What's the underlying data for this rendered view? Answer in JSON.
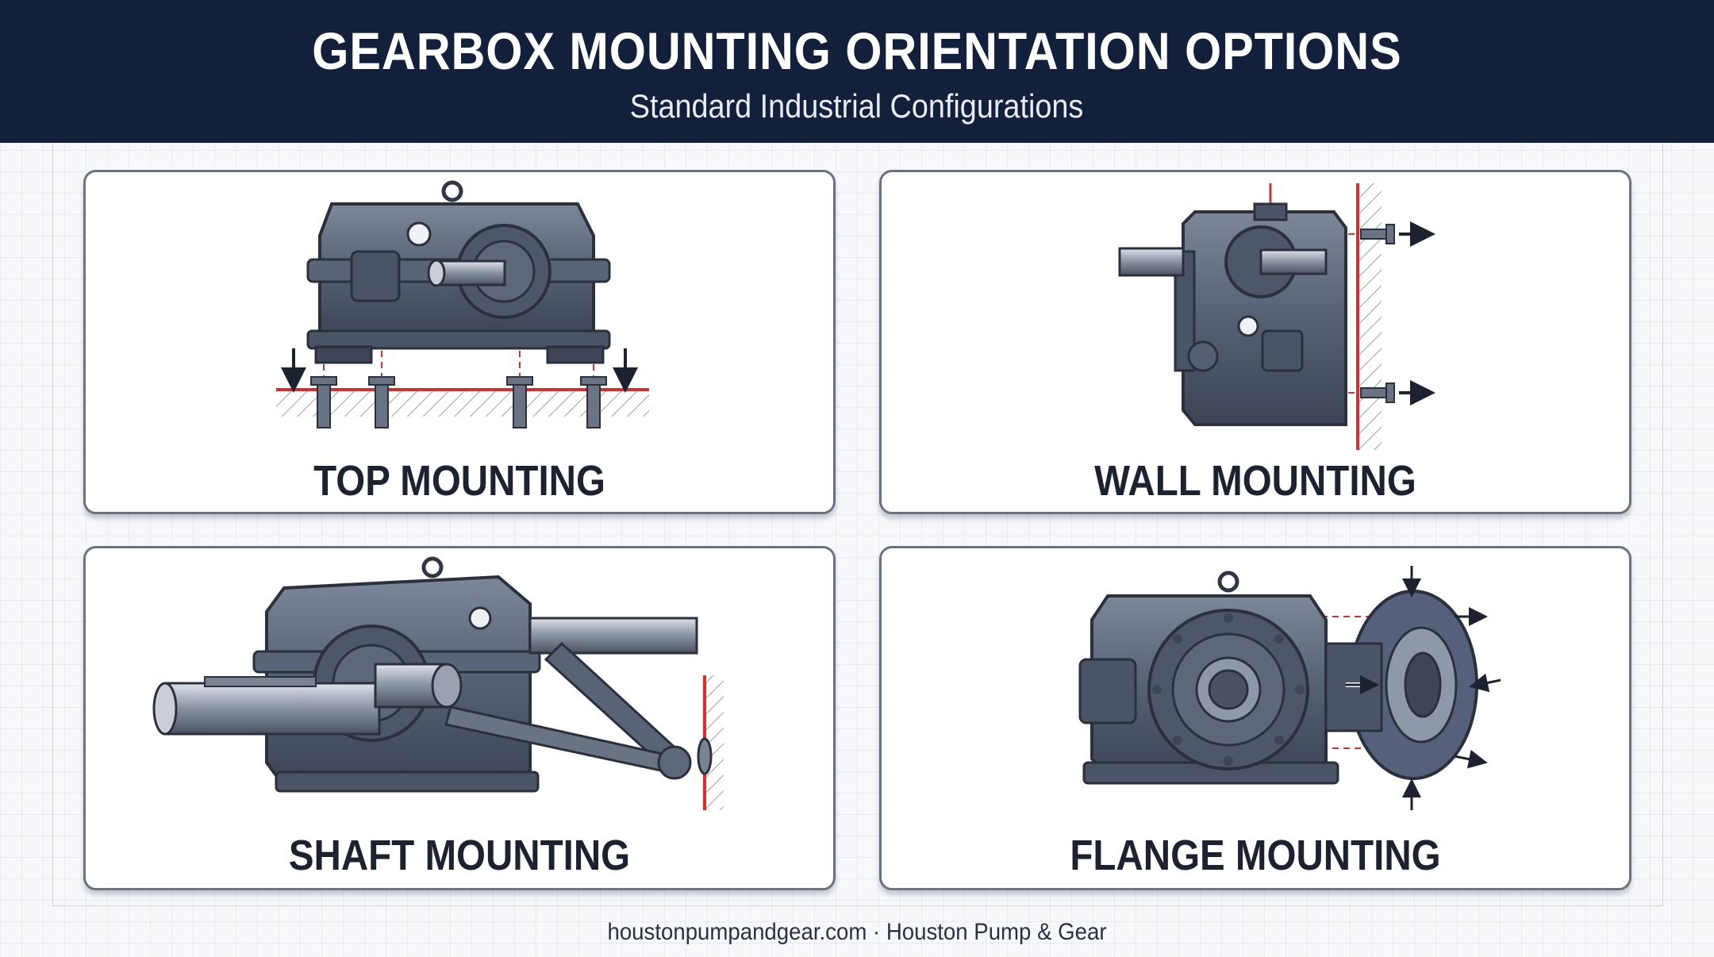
{
  "header": {
    "title": "GEARBOX MOUNTING ORIENTATION OPTIONS",
    "subtitle": "Standard Industrial Configurations"
  },
  "panels": [
    {
      "label": "TOP MOUNTING",
      "icon": "gearbox-top-mount-icon"
    },
    {
      "label": "WALL MOUNTING",
      "icon": "gearbox-wall-mount-icon"
    },
    {
      "label": "SHAFT MOUNTING",
      "icon": "gearbox-shaft-mount-icon"
    },
    {
      "label": "FLANGE MOUNTING",
      "icon": "gearbox-flange-mount-icon"
    }
  ],
  "footer": {
    "text": "houstonpumpandgear.com · Houston Pump & Gear"
  },
  "colors": {
    "header_bg": "#13203b",
    "gearbox_body": "#4a5466",
    "gearbox_dark": "#2f3746",
    "accent_red": "#d32f2f",
    "text_dark": "#1c2230"
  }
}
